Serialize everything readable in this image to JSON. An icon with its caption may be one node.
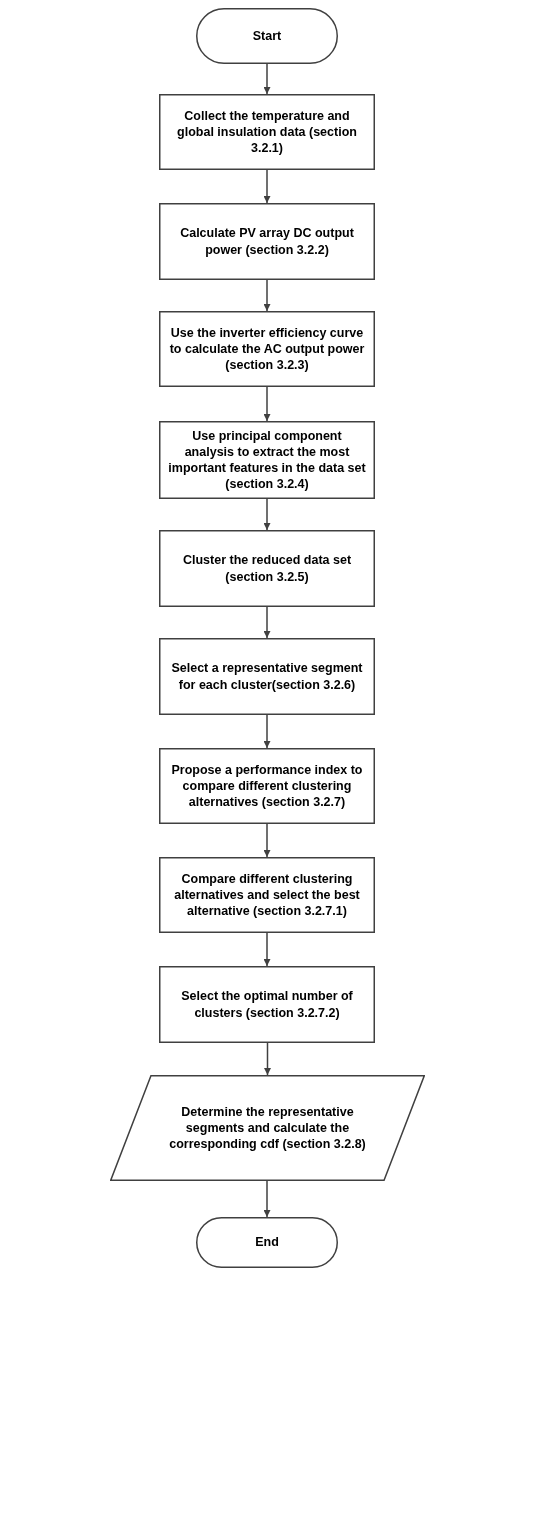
{
  "diagram": {
    "nodes": [
      {
        "text": [
          "Start"
        ]
      },
      {
        "text": [
          "Collect the temperature and global insulation data (section 3.2.1)"
        ]
      },
      {
        "text": [
          "Calculate PV array DC output power (section 3.2.2)"
        ]
      },
      {
        "text": [
          "Use the inverter efficiency curve to calculate the AC output power (section 3.2.3)"
        ]
      },
      {
        "text": [
          "Use principal component analysis to extract the most important features in the data set (section 3.2.4)"
        ]
      },
      {
        "text": [
          "Cluster the reduced data set (section 3.2.5)"
        ]
      },
      {
        "text": [
          "Select a representative segment for each cluster(section 3.2.6)"
        ]
      },
      {
        "text": [
          "Propose a performance index to compare different clustering alternatives (section 3.2.7)"
        ]
      },
      {
        "text": [
          "Compare different clustering alternatives and select the best alternative (section 3.2.7.1)"
        ]
      },
      {
        "text": [
          "Select the optimal number of clusters (section 3.2.7.2)"
        ]
      },
      {
        "text": [
          "Determine the representative segments and calculate the corresponding cdf (section 3.2.8)"
        ]
      },
      {
        "text": [
          "End"
        ]
      }
    ],
    "edges": [
      {
        "from": 0,
        "to": 1,
        "arrow": "to"
      },
      {
        "from": 1,
        "to": 2,
        "arrow": "to"
      },
      {
        "from": 2,
        "to": 3,
        "arrow": "to"
      },
      {
        "from": 3,
        "to": 4,
        "arrow": "to"
      },
      {
        "from": 4,
        "to": 5,
        "arrow": "to"
      },
      {
        "from": 5,
        "to": 6,
        "arrow": "to"
      },
      {
        "from": 6,
        "to": 7,
        "arrow": "to"
      },
      {
        "from": 7,
        "to": 8,
        "arrow": "to"
      },
      {
        "from": 8,
        "to": 9,
        "arrow": "to"
      },
      {
        "from": 9,
        "to": 10,
        "arrow": "to"
      },
      {
        "from": 10,
        "to": 11,
        "arrow": "to"
      }
    ]
  }
}
